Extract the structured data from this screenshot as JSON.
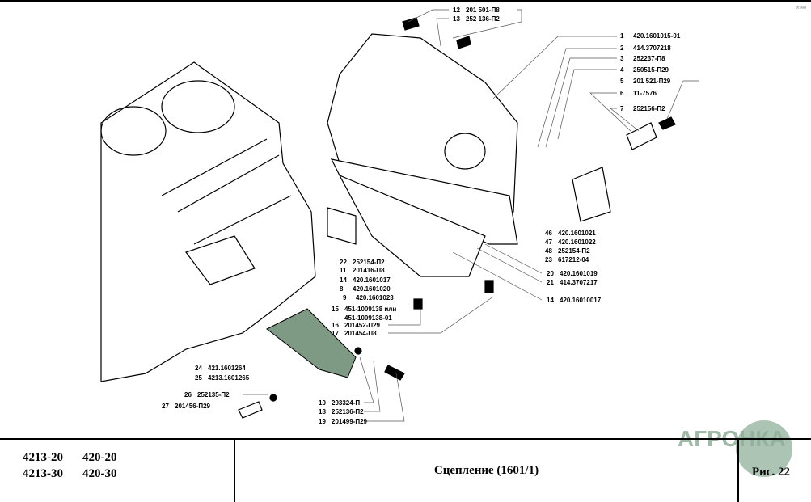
{
  "corner_mark": "ᵈᶜ ᵃᵃᵃ",
  "callouts": [
    {
      "num": "12",
      "part": "201 501-П8"
    },
    {
      "num": "13",
      "part": "252 136-П2"
    },
    {
      "num": "1",
      "part": "420.1601015-01"
    },
    {
      "num": "2",
      "part": "414.3707218"
    },
    {
      "num": "3",
      "part": "252237-П8"
    },
    {
      "num": "4",
      "part": "250515-П29"
    },
    {
      "num": "5",
      "part": "201 521-П29"
    },
    {
      "num": "6",
      "part": "11-7576"
    },
    {
      "num": "7",
      "part": "252156-П2"
    },
    {
      "num": "46",
      "part": "420.1601021"
    },
    {
      "num": "47",
      "part": "420.1601022"
    },
    {
      "num": "48",
      "part": "252154-П2"
    },
    {
      "num": "23",
      "part": "617212-04"
    },
    {
      "num": "20",
      "part": "420.1601019"
    },
    {
      "num": "21",
      "part": "414.3707217"
    },
    {
      "num": "14",
      "part": "420.16010017"
    },
    {
      "num": "22",
      "part": "252154-П2"
    },
    {
      "num": "11",
      "part": "201416-П8"
    },
    {
      "num": "14",
      "part": "420.1601017"
    },
    {
      "num": "8",
      "part": "420.1601020"
    },
    {
      "num": "9",
      "part": "420.1601023"
    },
    {
      "num": "15",
      "part": "451-1009138 или"
    },
    {
      "num": "",
      "part": "451-1009138-01"
    },
    {
      "num": "16",
      "part": "201452-П29"
    },
    {
      "num": "17",
      "part": "201454-П8"
    },
    {
      "num": "24",
      "part": "421.1601264"
    },
    {
      "num": "25",
      "part": "4213.1601265"
    },
    {
      "num": "26",
      "part": "252135-П2"
    },
    {
      "num": "27",
      "part": "201456-П29"
    },
    {
      "num": "10",
      "part": "293324-П"
    },
    {
      "num": "18",
      "part": "252136-П2"
    },
    {
      "num": "19",
      "part": "201499-П29"
    }
  ],
  "footer": {
    "models": [
      [
        "4213-20",
        "420-20"
      ],
      [
        "4213-30",
        "420-30"
      ]
    ],
    "title": "Сцепление (1601/1)",
    "figure": "Рис. 22",
    "logo": "АГРОНКА"
  },
  "colors": {
    "ink": "#000000",
    "shade": "#7f9a84",
    "logo": "#8fb09a",
    "leader": "#555555"
  }
}
